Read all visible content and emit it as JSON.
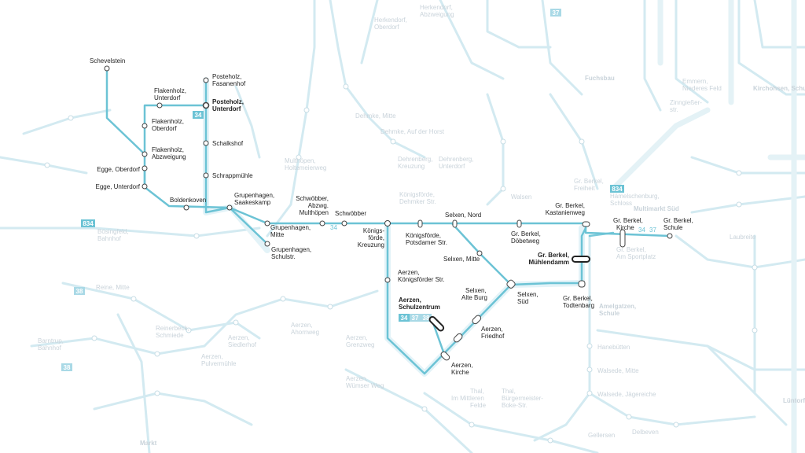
{
  "colors": {
    "route": "#6cc3d5",
    "route_faint": "#cfe9f1",
    "station_fill": "#ffffff",
    "station_stroke": "#444444",
    "badge": "#6cc3d5",
    "badge_dark": "#8ba7b3"
  },
  "stops": {
    "schevelstein": "Schevelstein",
    "flakenholz_unterdorf": [
      "Flakenholz,",
      "Unterdorf"
    ],
    "flakenholz_oberdorf": [
      "Flakenholz,",
      "Oberdorf"
    ],
    "flakenholz_abzweigung": [
      "Flakenholz,",
      "Abzweigung"
    ],
    "egge_oberdorf": "Egge, Oberdorf",
    "egge_unterdorf": "Egge, Unterdorf",
    "boldenkoven": "Boldenkoven",
    "posteholz_fasanenhof": [
      "Posteholz,",
      "Fasanenhof"
    ],
    "posteholz_unterdorf": [
      "Posteholz,",
      "Unterdorf"
    ],
    "schalkshof": "Schalkshof",
    "schrappmuehle": "Schrappmühle",
    "grupenhagen_saakeskamp": [
      "Grupenhagen,",
      "Saakeskamp"
    ],
    "grupenhagen_mitte": [
      "Grupenhagen,",
      "Mitte"
    ],
    "grupenhagen_schulstr": [
      "Grupenhagen,",
      "Schulstr."
    ],
    "schwoebber_abzw": [
      "Schwöbber,",
      "Abzwg.",
      "Multhöpen"
    ],
    "schwoebber": "Schwöbber",
    "koenigsfoerde_kreuzung": [
      "Königs-",
      "förde,",
      "Kreuzung"
    ],
    "koenigsfoerde_potsdamer": [
      "Königsförde,",
      "Potsdamer Str."
    ],
    "selxen_nord": "Selxen, Nord",
    "gr_berkel_doebetweg": [
      "Gr. Berkel,",
      "Döbetweg"
    ],
    "gr_berkel_kastanienweg": [
      "Gr. Berkel,",
      "Kastanienweg"
    ],
    "gr_berkel_kirche": [
      "Gr. Berkel,",
      "Kirche"
    ],
    "gr_berkel_schule": [
      "Gr. Berkel,",
      "Schule"
    ],
    "gr_berkel_muehlendamm": [
      "Gr. Berkel,",
      "Mühlendamm"
    ],
    "gr_berkel_todtenbarg": [
      "Gr. Berkel,",
      "Todtenbarg"
    ],
    "selxen_mitte": "Selxen, Mitte",
    "selxen_sued": [
      "Selxen,",
      "Süd"
    ],
    "selxen_alte_burg": [
      "Selxen,",
      "Alte Burg"
    ],
    "aerzen_koenigsfoerder": [
      "Aerzen,",
      "Königsförder Str."
    ],
    "aerzen_schulzentrum": [
      "Aerzen,",
      "Schulzentrum"
    ],
    "aerzen_friedhof": [
      "Aerzen,",
      "Friedhof"
    ],
    "aerzen_kirche": [
      "Aerzen,",
      "Kirche"
    ]
  },
  "badges": {
    "line_34": "34",
    "line_37": "37",
    "line_38": "38",
    "line_834": "834"
  },
  "line_labels": [
    "34",
    "34",
    "34",
    "37"
  ],
  "background_labels": {
    "boesingfeld_bahnhof": [
      "Bösingfeld,",
      "Bahnhof"
    ],
    "reine_mitte": "Reine, Mitte",
    "reinerbeck_schmiede": [
      "Reinerbeck,",
      "Schmiede"
    ],
    "barntrup_bahnhof": [
      "Barntrup,",
      "Bahnhof"
    ],
    "aerzen_siedlerhof": [
      "Aerzen,",
      "Siedlerhof"
    ],
    "aerzen_pulvermuehle": [
      "Aerzen,",
      "Pulvermühle"
    ],
    "aerzen_ahornweg": [
      "Aerzen,",
      "Ahornweg"
    ],
    "aerzen_grenzweg": [
      "Aerzen,",
      "Grenzweg"
    ],
    "dehmke_mitte": "Dehmke, Mitte",
    "dehrenberg_kreuzung": [
      "Dehrenberg,",
      "Kreuzung"
    ],
    "dehrenberg_unterdorf": [
      "Dehrenberg,",
      "Unterdorf"
    ],
    "koenigsfoerde_dehmker": [
      "Königsförde,",
      "Dehmker Str."
    ],
    "multhoepen_holtemeierweg": [
      "Multhöpen,",
      "Holtemeierweg"
    ],
    "hanebuetten": "Hanebütten",
    "walsede_mitte": "Walsede, Mitte",
    "walsede_jaegereiche": "Walsede, Jägereiche",
    "amelgatzen_schule": [
      "Amelgatzen,",
      "Schule"
    ],
    "gr_berkel_freiheit": [
      "Gr. Berkel,",
      "Freiheit"
    ],
    "gr_berkel_am_sportplatz": [
      "Gr. Berkel,",
      "Am Sportplatz"
    ],
    "hamelschenburg_schloss": [
      "Hämelschenburg,",
      "Schloss"
    ],
    "multimarkt_sued": "Multimarkt Süd",
    "laubreite": "Laubreite",
    "delbeven": "Delbeven",
    "gellersen": "Gellersen",
    "aerzen_muehlenweg": [
      "Aerzen,",
      "Wümser Weg"
    ],
    "thal_mittleren_felde": [
      "Thal,",
      "Im Mittleren",
      "Felde"
    ],
    "thal_buergermeister": [
      "Thal,",
      "Bürgermeister-",
      "Boke-Str."
    ],
    "fuchsbau": "Fuchsbau",
    "kirchohsen": "Kirchohsen, Schule",
    "emmern": [
      "Emmern,",
      "Niederes Feld"
    ],
    "zinngiesser": [
      "Zinngießer-",
      "str."
    ],
    "herkendorf_oberdorf": [
      "Herkendorf,",
      "Oberdorf"
    ],
    "herkendorf_abzweigung": [
      "Herkendorf,",
      "Abzweigung"
    ],
    "walsen": "Walsen",
    "dehmke_auf_der_horst": "Dehmke, Auf der Horst",
    "lueraw": "Lüntorf",
    "markt": "Markt"
  }
}
